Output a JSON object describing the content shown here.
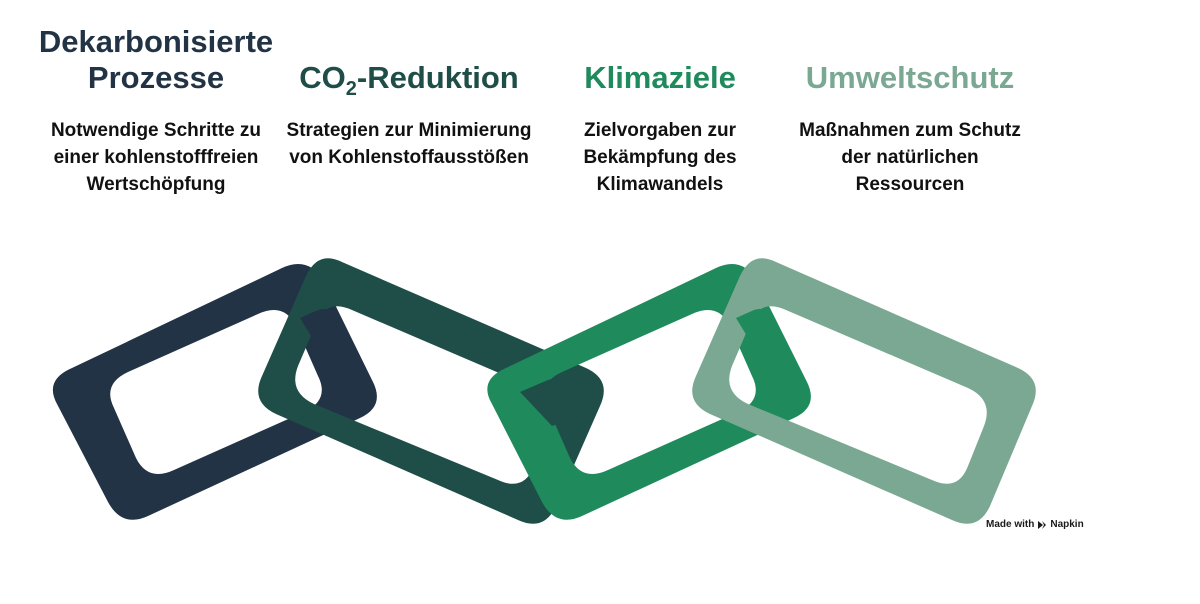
{
  "steps": [
    {
      "title": "Dekarbonisierte Prozesse",
      "description": "Notwendige Schritte zu einer kohlenstofffreien Wertschöpfung",
      "color": "#223345"
    },
    {
      "title_prefix": "CO",
      "title_subscript": "2",
      "title_suffix": "-Reduktion",
      "description": "Strategien zur Minimierung von Kohlenstoffausstößen",
      "color": "#1F4E48"
    },
    {
      "title": "Klimaziele",
      "description": "Zielvorgaben zur Bekämpfung des Klimawandels",
      "color": "#1F8A5C"
    },
    {
      "title": "Umweltschutz",
      "description": "Maßnahmen zum Schutz der natürlichen Ressourcen",
      "color": "#7AA892"
    }
  ],
  "credit": {
    "made_with": "Made with",
    "brand": "Napkin",
    "icon": "napkin-logo-icon"
  }
}
